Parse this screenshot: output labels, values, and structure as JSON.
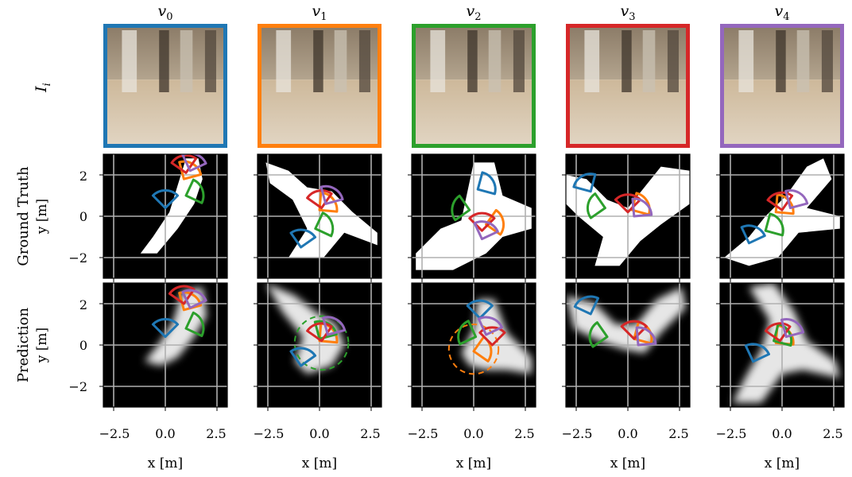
{
  "figure": {
    "view_labels": [
      {
        "symbol": "v",
        "sub": "0"
      },
      {
        "symbol": "v",
        "sub": "1"
      },
      {
        "symbol": "v",
        "sub": "2"
      },
      {
        "symbol": "v",
        "sub": "3"
      },
      {
        "symbol": "v",
        "sub": "4"
      }
    ],
    "image_row_label": {
      "symbol": "I",
      "sub": "i"
    },
    "row_labels": [
      {
        "title": "Ground Truth",
        "axis": "y [m]"
      },
      {
        "title": "Prediction",
        "axis": "y [m]"
      }
    ],
    "xlabel": "x [m]",
    "xticks": [
      "−2.5",
      "0.0",
      "2.5"
    ],
    "yticks": [
      "2",
      "0",
      "−2"
    ],
    "view_colors": [
      "#1f77b4",
      "#ff7f0e",
      "#2ca02c",
      "#d62728",
      "#9467bd"
    ]
  },
  "chart_data": {
    "type": "heatmap",
    "x_unit": "m",
    "y_unit": "m",
    "xlim": [
      -3.0,
      3.0
    ],
    "ylim": [
      -3.0,
      3.0
    ],
    "xticks": [
      -2.5,
      0.0,
      2.5
    ],
    "yticks": [
      -2,
      0,
      2
    ],
    "grid": true,
    "panels": [
      {
        "row": "Ground Truth",
        "view": 0,
        "cameras": [
          {
            "view": 0,
            "x": 0.0,
            "y": 0.4,
            "heading_deg": 90
          },
          {
            "view": 1,
            "x": 0.9,
            "y": 1.8,
            "heading_deg": 60
          },
          {
            "view": 2,
            "x": 1.0,
            "y": 1.0,
            "heading_deg": 20
          },
          {
            "view": 3,
            "x": 1.0,
            "y": 2.1,
            "heading_deg": 100
          },
          {
            "view": 4,
            "x": 1.2,
            "y": 2.2,
            "heading_deg": 70
          }
        ]
      },
      {
        "row": "Ground Truth",
        "view": 1,
        "cameras": [
          {
            "view": 0,
            "x": -0.9,
            "y": -1.5,
            "heading_deg": 80
          },
          {
            "view": 1,
            "x": 0.0,
            "y": 0.3,
            "heading_deg": 40
          },
          {
            "view": 2,
            "x": -0.2,
            "y": -0.6,
            "heading_deg": 20
          },
          {
            "view": 3,
            "x": 0.1,
            "y": 0.4,
            "heading_deg": 100
          },
          {
            "view": 4,
            "x": 0.3,
            "y": 0.6,
            "heading_deg": 60
          }
        ]
      },
      {
        "row": "Ground Truth",
        "view": 2,
        "cameras": [
          {
            "view": 0,
            "x": 0.2,
            "y": 1.3,
            "heading_deg": 30
          },
          {
            "view": 1,
            "x": 0.6,
            "y": -0.4,
            "heading_deg": 10
          },
          {
            "view": 2,
            "x": -0.2,
            "y": 0.3,
            "heading_deg": 170
          },
          {
            "view": 3,
            "x": 0.4,
            "y": -0.7,
            "heading_deg": 90
          },
          {
            "view": 4,
            "x": 0.4,
            "y": -1.1,
            "heading_deg": 70
          }
        ]
      },
      {
        "row": "Ground Truth",
        "view": 3,
        "cameras": [
          {
            "view": 0,
            "x": -1.8,
            "y": 1.2,
            "heading_deg": 120
          },
          {
            "view": 1,
            "x": 0.2,
            "y": 0.3,
            "heading_deg": 30
          },
          {
            "view": 2,
            "x": -1.1,
            "y": 0.4,
            "heading_deg": 170
          },
          {
            "view": 3,
            "x": 0.0,
            "y": 0.2,
            "heading_deg": 90
          },
          {
            "view": 4,
            "x": 0.3,
            "y": 0.0,
            "heading_deg": 50
          }
        ]
      },
      {
        "row": "Ground Truth",
        "view": 4,
        "cameras": [
          {
            "view": 0,
            "x": -1.6,
            "y": -1.3,
            "heading_deg": 70
          },
          {
            "view": 1,
            "x": -0.3,
            "y": 0.2,
            "heading_deg": 40
          },
          {
            "view": 2,
            "x": -0.8,
            "y": -0.7,
            "heading_deg": 30
          },
          {
            "view": 3,
            "x": 0.0,
            "y": 0.3,
            "heading_deg": 100
          },
          {
            "view": 4,
            "x": 0.4,
            "y": 0.4,
            "heading_deg": 60
          }
        ]
      },
      {
        "row": "Prediction",
        "view": 0,
        "cameras": [
          {
            "view": 0,
            "x": 0.0,
            "y": 0.4,
            "heading_deg": 90
          },
          {
            "view": 1,
            "x": 0.9,
            "y": 1.7,
            "heading_deg": 60
          },
          {
            "view": 2,
            "x": 1.0,
            "y": 0.8,
            "heading_deg": 20
          },
          {
            "view": 3,
            "x": 0.9,
            "y": 2.0,
            "heading_deg": 100
          },
          {
            "view": 4,
            "x": 1.2,
            "y": 1.8,
            "heading_deg": 70
          }
        ]
      },
      {
        "row": "Prediction",
        "view": 1,
        "cameras": [
          {
            "view": 0,
            "x": -0.9,
            "y": -1.0,
            "heading_deg": 80
          },
          {
            "view": 1,
            "x": 0.0,
            "y": 0.2,
            "heading_deg": 40
          },
          {
            "view": 2,
            "x": 0.0,
            "y": 0.3,
            "heading_deg": 60
          },
          {
            "view": 3,
            "x": 0.1,
            "y": 0.2,
            "heading_deg": 100
          },
          {
            "view": 4,
            "x": 0.4,
            "y": 0.5,
            "heading_deg": 60
          }
        ]
      },
      {
        "row": "Prediction",
        "view": 2,
        "cameras": [
          {
            "view": 0,
            "x": 0.3,
            "y": 1.3,
            "heading_deg": 90
          },
          {
            "view": 1,
            "x": 0.0,
            "y": -0.3,
            "heading_deg": 10
          },
          {
            "view": 2,
            "x": 0.1,
            "y": 0.4,
            "heading_deg": 160
          },
          {
            "view": 3,
            "x": 0.9,
            "y": 0.0,
            "heading_deg": 90
          },
          {
            "view": 4,
            "x": 0.6,
            "y": 0.5,
            "heading_deg": 70
          }
        ]
      },
      {
        "row": "Prediction",
        "view": 3,
        "cameras": [
          {
            "view": 0,
            "x": -1.8,
            "y": 1.5,
            "heading_deg": 110
          },
          {
            "view": 1,
            "x": 0.3,
            "y": 0.3,
            "heading_deg": 30
          },
          {
            "view": 2,
            "x": -1.0,
            "y": 0.4,
            "heading_deg": 170
          },
          {
            "view": 3,
            "x": 0.3,
            "y": 0.3,
            "heading_deg": 90
          },
          {
            "view": 4,
            "x": 0.5,
            "y": 0.0,
            "heading_deg": 50
          }
        ]
      },
      {
        "row": "Prediction",
        "view": 4,
        "cameras": [
          {
            "view": 0,
            "x": -1.4,
            "y": -0.8,
            "heading_deg": 70
          },
          {
            "view": 1,
            "x": -0.3,
            "y": 0.1,
            "heading_deg": 40
          },
          {
            "view": 2,
            "x": -0.4,
            "y": 0.2,
            "heading_deg": 30
          },
          {
            "view": 3,
            "x": -0.1,
            "y": 0.2,
            "heading_deg": 100
          },
          {
            "view": 4,
            "x": 0.2,
            "y": 0.4,
            "heading_deg": 60
          }
        ]
      }
    ],
    "uncertainty_circles": [
      {
        "row": "Prediction",
        "view": 1,
        "camera_view": 2,
        "x": 0.1,
        "y": 0.1,
        "r": 1.3
      },
      {
        "row": "Prediction",
        "view": 2,
        "camera_view": 1,
        "x": 0.0,
        "y": -0.2,
        "r": 1.2
      }
    ]
  }
}
